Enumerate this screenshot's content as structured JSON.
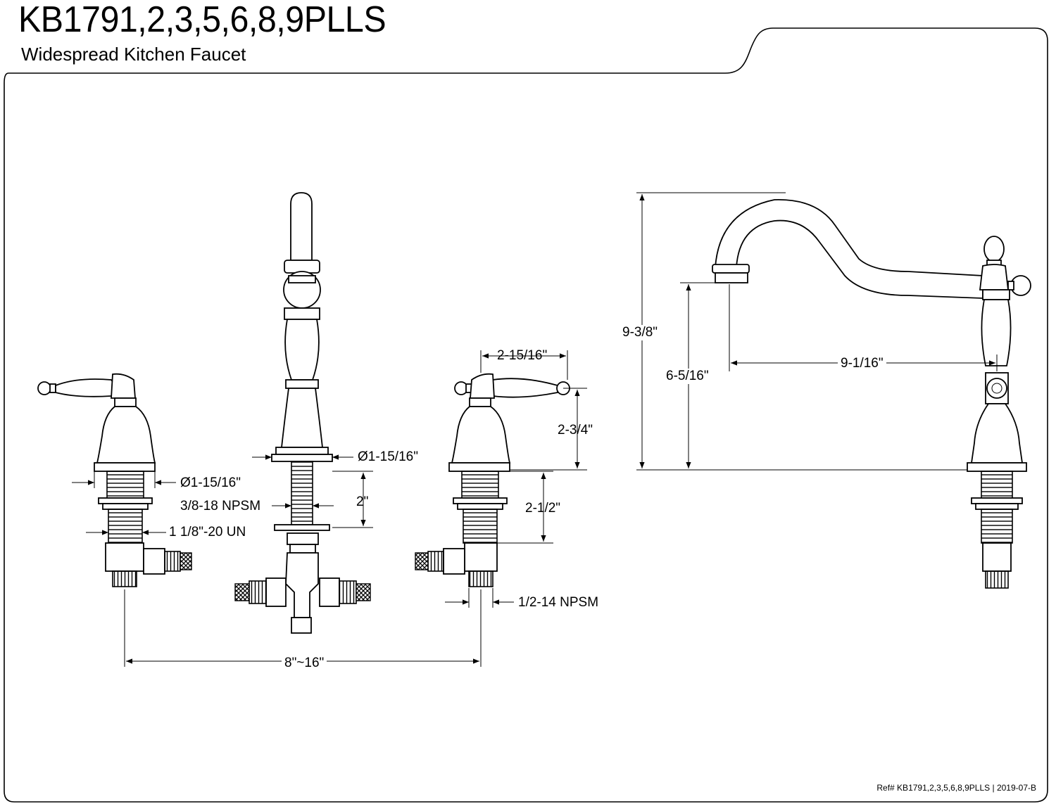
{
  "header": {
    "model": "KB1791,2,3,5,6,8,9PLLS",
    "product_name": "Widespread Kitchen Faucet"
  },
  "dimensions": {
    "handle_flange_diameter": "Ø1-15/16\"",
    "spout_flange_diameter": "Ø1-15/16\"",
    "spout_thread": "3/8-18 NPSM",
    "handle_thread": "1 1/8\"-20 UN",
    "spout_shank_length": "2\"",
    "handle_shank_length": "2-1/2\"",
    "handle_width": "2-15/16\"",
    "handle_height": "2-3/4\"",
    "outlet_thread": "1/2-14 NPSM",
    "center_spread": "8\"~16\"",
    "spout_total_height": "9-3/8\"",
    "spout_clearance": "6-5/16\"",
    "spout_reach": "9-1/16\""
  },
  "footer": {
    "reference": "Ref# KB1791,2,3,5,6,8,9PLLS | 2019-07-B"
  }
}
